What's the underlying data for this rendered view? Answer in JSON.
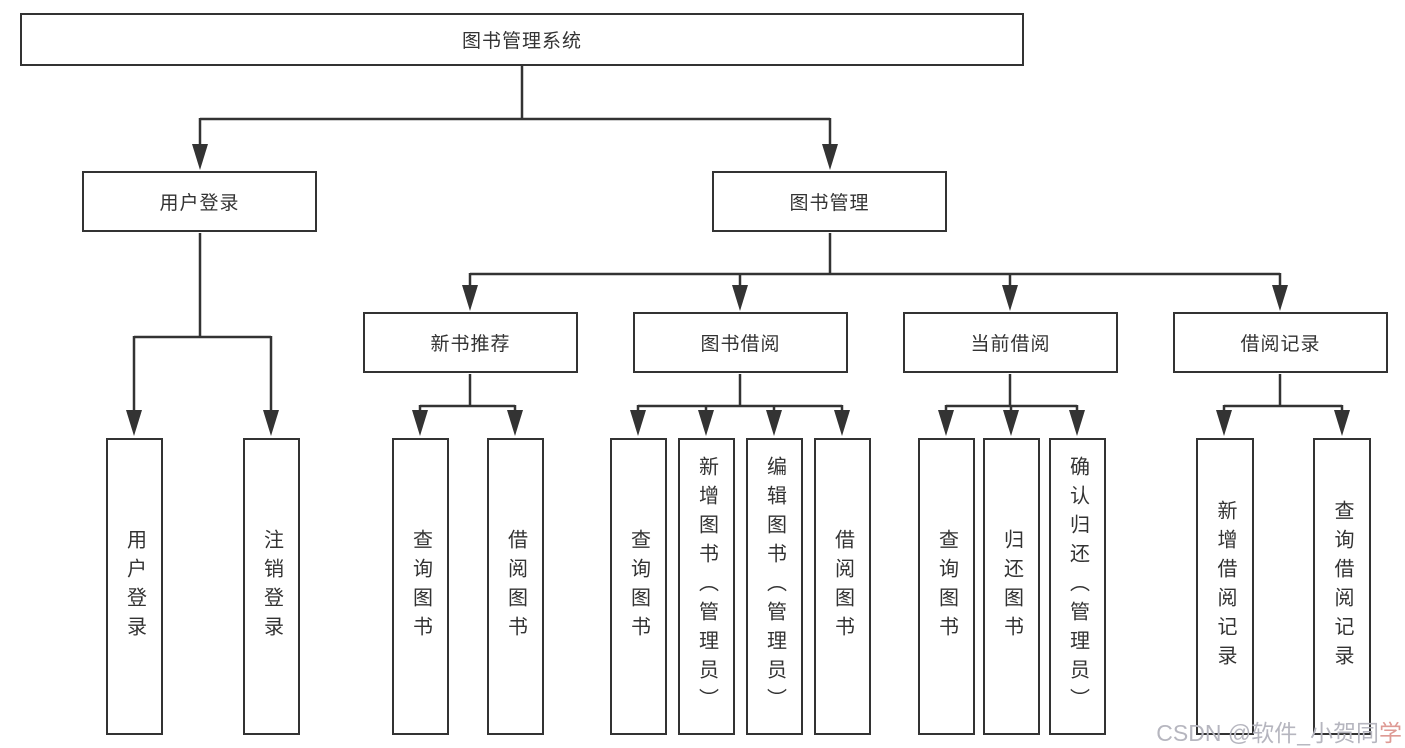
{
  "diagram": {
    "root": "图书管理系统",
    "level2": {
      "user_login": "用户登录",
      "book_mgmt": "图书管理"
    },
    "level3": {
      "new_recommend": "新书推荐",
      "book_borrow": "图书借阅",
      "current_borrow": "当前借阅",
      "borrow_record": "借阅记录"
    },
    "leaves": {
      "user_login_leaf": "用户登录",
      "logout": "注销登录",
      "recommend_query": "查询图书",
      "recommend_borrow": "借阅图书",
      "borrow_query": "查询图书",
      "borrow_add": "新增图书（管理员）",
      "borrow_edit": "编辑图书（管理员）",
      "borrow_borrow": "借阅图书",
      "current_query": "查询图书",
      "current_return": "归还图书",
      "current_confirm": "确认归还（管理员）",
      "record_add": "新增借阅记录",
      "record_query": "查询借阅记录"
    }
  },
  "watermark": {
    "gray_part": "CSDN @软件_小贺同",
    "red_part": "学"
  },
  "colors": {
    "line": "#333333",
    "box_border": "#333333",
    "text": "#333333",
    "background": "#ffffff",
    "watermark_gray": "#b6b6bf",
    "watermark_red": "#de9a94"
  }
}
